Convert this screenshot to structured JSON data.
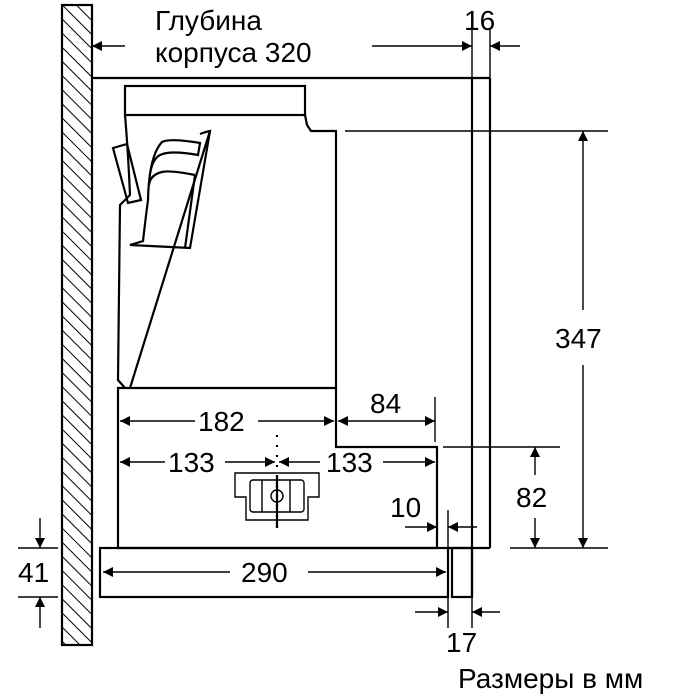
{
  "labels": {
    "depth_line1": "Глубина",
    "depth_line2": "корпуса 320",
    "dim_16": "16",
    "dim_347": "347",
    "dim_182": "182",
    "dim_84": "84",
    "dim_133_left": "133",
    "dim_133_right": "133",
    "dim_82": "82",
    "dim_10": "10",
    "dim_41": "41",
    "dim_290": "290",
    "dim_17": "17",
    "units_note": "Размеры в мм"
  },
  "colors": {
    "line": "#000000",
    "background": "#ffffff"
  }
}
